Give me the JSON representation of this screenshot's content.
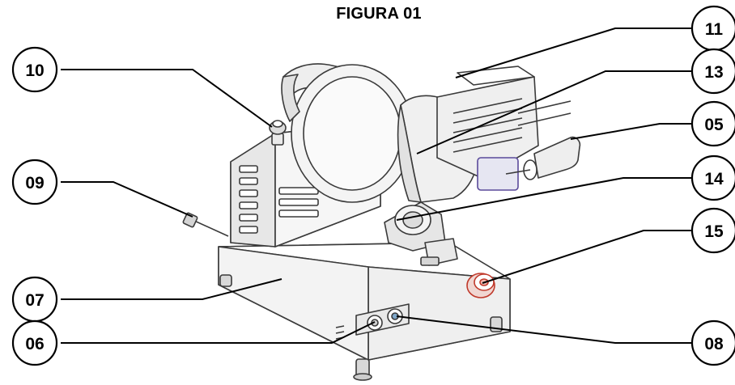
{
  "figure": {
    "title": "FIGURA 01"
  },
  "callouts": [
    {
      "id": "c10",
      "label": "10"
    },
    {
      "id": "c09",
      "label": "09"
    },
    {
      "id": "c07",
      "label": "07"
    },
    {
      "id": "c06",
      "label": "06"
    },
    {
      "id": "c11",
      "label": "11"
    },
    {
      "id": "c13",
      "label": "13"
    },
    {
      "id": "c05",
      "label": "05"
    },
    {
      "id": "c14",
      "label": "14"
    },
    {
      "id": "c15",
      "label": "15"
    },
    {
      "id": "c08",
      "label": "08"
    }
  ],
  "colors": {
    "line": "#000000",
    "machine_stroke": "#3a3a3a",
    "machine_fill": "#f4f4f4",
    "knob_red": "#c0392b"
  }
}
